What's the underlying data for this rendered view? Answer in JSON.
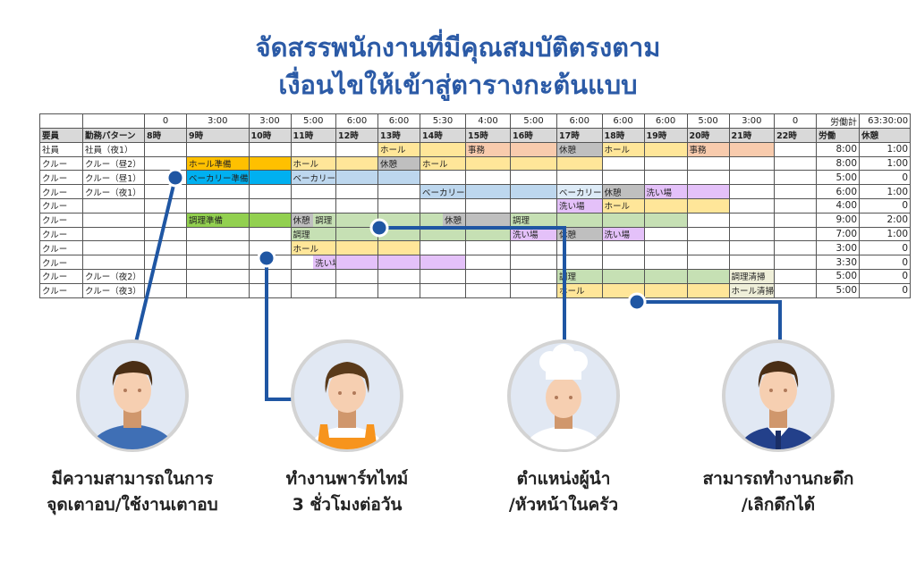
{
  "title": {
    "line1": "จัดสรรพนักงานที่มีคุณสมบัติตรงตาม",
    "line2": "เงื่อนไขให้เข้าสู่ตารางกะต้นแบบ"
  },
  "colors": {
    "accent": "#1f56a3",
    "y": "#ffe699",
    "o": "#ffc000",
    "c": "#00b0f0",
    "b": "#bdd7ee",
    "lb": "#ddebf7",
    "g": "#bfbfbf",
    "s": "#f8cbad",
    "p": "#e4c1f9",
    "G": "#92d050",
    "lg": "#c6e0b4",
    "cr": "#efefd9"
  },
  "schedule": {
    "totals_row": [
      "",
      "",
      "0",
      "3:00",
      "3:00",
      "5:00",
      "6:00",
      "6:00",
      "5:30",
      "4:00",
      "5:00",
      "6:00",
      "6:00",
      "6:00",
      "5:00",
      "3:00",
      "0",
      "労働計",
      "63:30:00"
    ],
    "header_row": [
      "要員",
      "勤務パターン",
      "8時",
      "9時",
      "10時",
      "11時",
      "12時",
      "13時",
      "14時",
      "15時",
      "16時",
      "17時",
      "18時",
      "19時",
      "20時",
      "21時",
      "22時",
      "労働",
      "休憩"
    ],
    "rows": [
      {
        "staff": "社員",
        "pattern": "社員（夜1）",
        "work": "8:00",
        "rest": "1:00",
        "cells": [
          null,
          null,
          null,
          null,
          null,
          [
            [
              "y",
              "ホール"
            ]
          ],
          [
            [
              "y",
              ""
            ]
          ],
          [
            [
              "s",
              "事務"
            ]
          ],
          [
            [
              "s",
              ""
            ]
          ],
          [
            [
              "g",
              "休憩"
            ]
          ],
          [
            [
              "y",
              "ホール"
            ]
          ],
          [
            [
              "y",
              ""
            ]
          ],
          [
            [
              "s",
              "事務"
            ]
          ],
          [
            [
              "s",
              ""
            ]
          ],
          null
        ]
      },
      {
        "staff": "クルー",
        "pattern": "クルー（昼2）",
        "work": "8:00",
        "rest": "1:00",
        "cells": [
          null,
          [
            [
              "o",
              "ホール準備"
            ]
          ],
          [
            [
              "o",
              ""
            ]
          ],
          [
            [
              "y",
              "ホール"
            ]
          ],
          [
            [
              "y",
              ""
            ]
          ],
          [
            [
              "g",
              "休憩"
            ]
          ],
          [
            [
              "y",
              "ホール"
            ]
          ],
          [
            [
              "y",
              ""
            ]
          ],
          [
            [
              "y",
              ""
            ]
          ],
          [
            [
              "y",
              ""
            ]
          ],
          null,
          null,
          null,
          null,
          null
        ]
      },
      {
        "staff": "クルー",
        "pattern": "クルー（昼1）",
        "work": "5:00",
        "rest": "0",
        "cells": [
          null,
          [
            [
              "c",
              "ベーカリー準備"
            ]
          ],
          [
            [
              "c",
              ""
            ]
          ],
          [
            [
              "b",
              "ベーカリー"
            ]
          ],
          [
            [
              "b",
              ""
            ]
          ],
          [
            [
              "b",
              ""
            ]
          ],
          null,
          null,
          null,
          null,
          null,
          null,
          null,
          null,
          null
        ]
      },
      {
        "staff": "クルー",
        "pattern": "クルー（夜1）",
        "work": "6:00",
        "rest": "1:00",
        "cells": [
          null,
          null,
          null,
          null,
          null,
          null,
          [
            [
              "b",
              "ベーカリー"
            ]
          ],
          [
            [
              "b",
              ""
            ]
          ],
          [
            [
              "b",
              ""
            ]
          ],
          [
            [
              "lb",
              "ベーカリー"
            ]
          ],
          [
            [
              "g",
              "休憩"
            ]
          ],
          [
            [
              "p",
              "洗い場"
            ]
          ],
          [
            [
              "p",
              ""
            ]
          ],
          null,
          null
        ]
      },
      {
        "staff": "クルー",
        "pattern": "",
        "work": "4:00",
        "rest": "0",
        "cells": [
          null,
          null,
          null,
          null,
          null,
          null,
          null,
          null,
          null,
          [
            [
              "p",
              "洗い場"
            ]
          ],
          [
            [
              "y",
              "ホール"
            ]
          ],
          [
            [
              "y",
              ""
            ]
          ],
          [
            [
              "y",
              ""
            ]
          ],
          null,
          null
        ]
      },
      {
        "staff": "クルー",
        "pattern": "",
        "work": "9:00",
        "rest": "2:00",
        "cells": [
          null,
          [
            [
              "G",
              "調理準備"
            ]
          ],
          [
            [
              "G",
              ""
            ]
          ],
          [
            [
              "g",
              "休憩"
            ],
            [
              "lg",
              "調理"
            ]
          ],
          [
            [
              "lg",
              ""
            ]
          ],
          [
            [
              "lg",
              ""
            ]
          ],
          [
            [
              "lg",
              ""
            ],
            [
              "g",
              "休憩"
            ]
          ],
          [
            [
              "g",
              ""
            ]
          ],
          [
            [
              "lg",
              "調理"
            ]
          ],
          [
            [
              "lg",
              ""
            ]
          ],
          [
            [
              "lg",
              ""
            ]
          ],
          [
            [
              "lg",
              ""
            ]
          ],
          null,
          null,
          null
        ]
      },
      {
        "staff": "クルー",
        "pattern": "",
        "work": "7:00",
        "rest": "1:00",
        "cells": [
          null,
          null,
          null,
          [
            [
              "lg",
              "調理"
            ]
          ],
          [
            [
              "lg",
              ""
            ]
          ],
          [
            [
              "lg",
              ""
            ]
          ],
          [
            [
              "lg",
              ""
            ]
          ],
          [
            [
              "lg",
              ""
            ]
          ],
          [
            [
              "p",
              "洗い場"
            ]
          ],
          [
            [
              "g",
              "休憩"
            ]
          ],
          [
            [
              "p",
              "洗い場"
            ]
          ],
          null,
          null,
          null,
          null
        ]
      },
      {
        "staff": "クルー",
        "pattern": "",
        "work": "3:00",
        "rest": "0",
        "cells": [
          null,
          null,
          null,
          [
            [
              "y",
              "ホール"
            ]
          ],
          [
            [
              "y",
              ""
            ]
          ],
          [
            [
              "y",
              ""
            ]
          ],
          null,
          null,
          null,
          null,
          null,
          null,
          null,
          null,
          null
        ]
      },
      {
        "staff": "クルー",
        "pattern": "",
        "work": "3:30",
        "rest": "0",
        "cells": [
          null,
          null,
          null,
          [
            [
              "w",
              ""
            ],
            [
              "p",
              "洗い場"
            ]
          ],
          [
            [
              "p",
              ""
            ]
          ],
          [
            [
              "p",
              ""
            ]
          ],
          [
            [
              "p",
              ""
            ]
          ],
          null,
          null,
          null,
          null,
          null,
          null,
          null,
          null
        ]
      },
      {
        "staff": "クルー",
        "pattern": "クルー（夜2）",
        "work": "5:00",
        "rest": "0",
        "cells": [
          null,
          null,
          null,
          null,
          null,
          null,
          null,
          null,
          null,
          [
            [
              "lg",
              "調理"
            ]
          ],
          [
            [
              "lg",
              ""
            ]
          ],
          [
            [
              "lg",
              ""
            ]
          ],
          [
            [
              "lg",
              ""
            ]
          ],
          [
            [
              "cr",
              "調理清掃"
            ]
          ],
          null
        ]
      },
      {
        "staff": "クルー",
        "pattern": "クルー（夜3）",
        "work": "5:00",
        "rest": "0",
        "cells": [
          null,
          null,
          null,
          null,
          null,
          null,
          null,
          null,
          null,
          [
            [
              "y",
              "ホール"
            ]
          ],
          [
            [
              "y",
              ""
            ]
          ],
          [
            [
              "y",
              ""
            ]
          ],
          [
            [
              "y",
              ""
            ]
          ],
          [
            [
              "cr",
              "ホール清掃"
            ]
          ],
          null
        ]
      }
    ]
  },
  "people": [
    {
      "line1": "มีความสามารถในการ",
      "line2": "จุดเตาอบ/ใช้งานเตาอบ",
      "icon": "baker-man-avatar"
    },
    {
      "line1": "ทำงานพาร์ทไทม์",
      "line2": "3 ชั่วโมงต่อวัน",
      "icon": "apron-worker-avatar"
    },
    {
      "line1": "ตำแหน่งผู้นำ",
      "line2": "/หัวหน้าในครัว",
      "icon": "chef-avatar"
    },
    {
      "line1": "สามารถทำงานกะดึก",
      "line2": "/เลิกดึกได้",
      "icon": "businessman-avatar"
    }
  ]
}
